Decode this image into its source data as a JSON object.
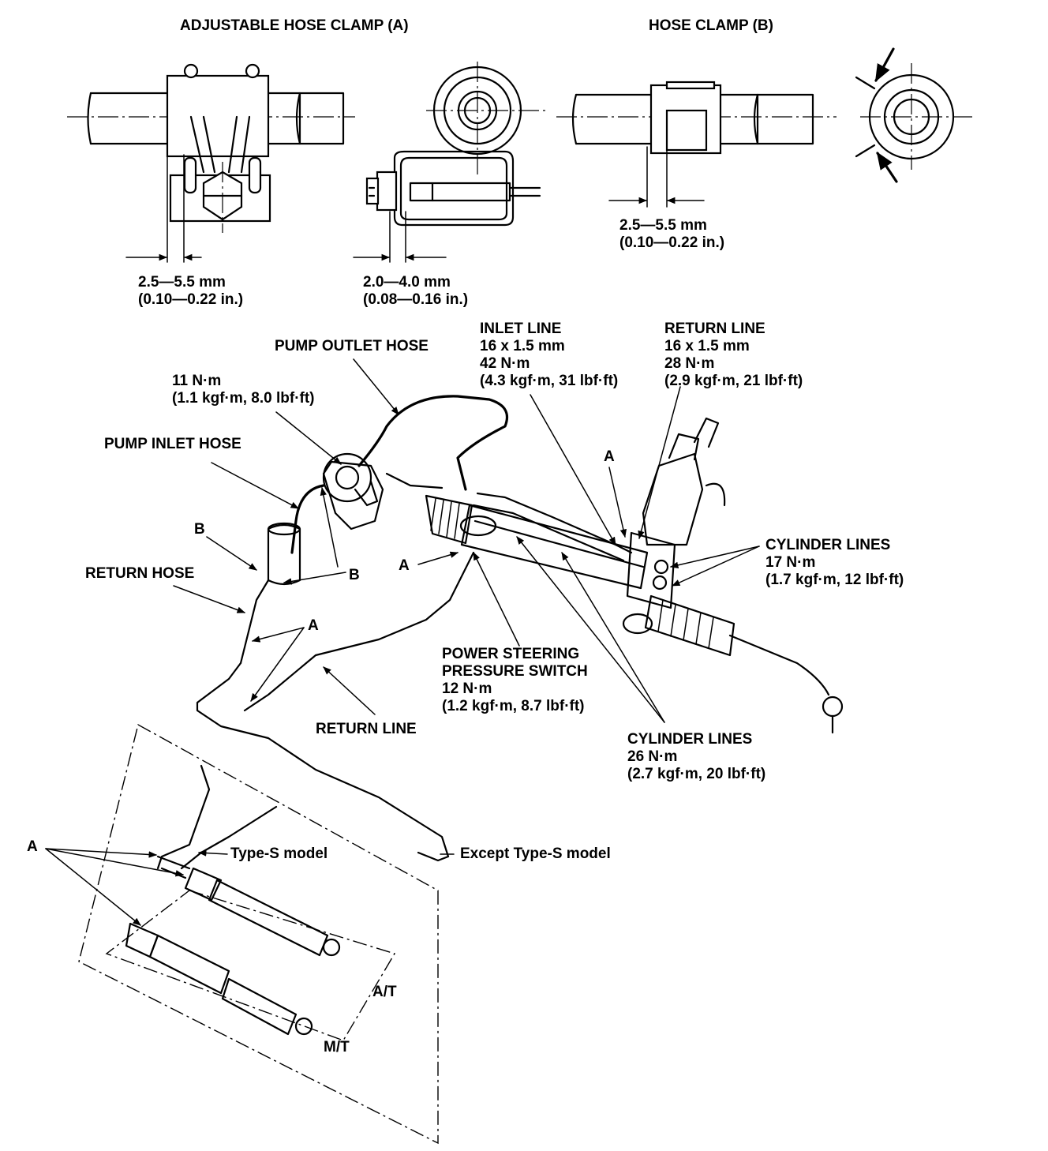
{
  "clamp_a": {
    "title": "ADJUSTABLE HOSE CLAMP (A)",
    "dim1": [
      "2.5—5.5 mm",
      "(0.10—0.22 in.)"
    ],
    "dim2": [
      "2.0—4.0 mm",
      "(0.08—0.16 in.)"
    ]
  },
  "clamp_b": {
    "title": "HOSE CLAMP (B)",
    "dim": [
      "2.5—5.5 mm",
      "(0.10—0.22 in.)"
    ]
  },
  "labels": {
    "inlet_line": [
      "INLET LINE",
      "16 x 1.5 mm",
      "42 N·m",
      "(4.3 kgf·m, 31 lbf·ft)"
    ],
    "return_line_top": [
      "RETURN LINE",
      "16 x 1.5 mm",
      "28 N·m",
      "(2.9 kgf·m, 21 lbf·ft)"
    ],
    "pump_outlet_hose": "PUMP OUTLET HOSE",
    "pump_bolt_torque": [
      "11 N·m",
      "(1.1 kgf·m, 8.0 lbf·ft)"
    ],
    "pump_inlet_hose": "PUMP INLET HOSE",
    "cylinder_lines_17": [
      "CYLINDER LINES",
      "17 N·m",
      "(1.7 kgf·m, 12 lbf·ft)"
    ],
    "return_hose": "RETURN HOSE",
    "power_steering_switch": [
      "POWER STEERING",
      "PRESSURE SWITCH",
      "12 N·m",
      "(1.2 kgf·m, 8.7 lbf·ft)"
    ],
    "return_line_bottom": "RETURN LINE",
    "cylinder_lines_26": [
      "CYLINDER LINES",
      "26 N·m",
      "(2.7 kgf·m, 20 lbf·ft)"
    ],
    "type_s": "Type-S model",
    "except_type_s": "Except Type-S model",
    "at": "A/T",
    "mt": "M/T",
    "callout_a": "A",
    "callout_b": "B"
  }
}
